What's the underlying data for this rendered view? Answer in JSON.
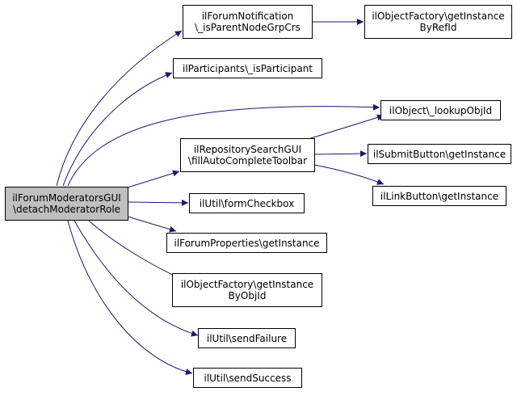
{
  "diagram": {
    "colors": {
      "edge": "#191970",
      "focus_fill": "#bfbfbf",
      "node_fill": "#ffffff",
      "node_border": "#000000"
    },
    "nodes": {
      "root": {
        "lines": [
          "ilForumModeratorsGUI",
          "\\detachModeratorRole"
        ]
      },
      "forum_notification": {
        "lines": [
          "ilForumNotification",
          "\\_isParentNodeGrpCrs"
        ]
      },
      "factory_by_ref": {
        "lines": [
          "ilObjectFactory\\getInstance",
          "ByRefId"
        ]
      },
      "participants": {
        "lines": [
          "ilParticipants\\_isParticipant"
        ]
      },
      "lookup_obj_id": {
        "lines": [
          "ilObject\\_lookupObjId"
        ]
      },
      "repository_search": {
        "lines": [
          "ilRepositorySearchGUI",
          "\\fillAutoCompleteToolbar"
        ]
      },
      "submit_button": {
        "lines": [
          "ilSubmitButton\\getInstance"
        ]
      },
      "link_button": {
        "lines": [
          "ilLinkButton\\getInstance"
        ]
      },
      "form_checkbox": {
        "lines": [
          "ilUtil\\formCheckbox"
        ]
      },
      "forum_properties": {
        "lines": [
          "ilForumProperties\\getInstance"
        ]
      },
      "factory_by_obj": {
        "lines": [
          "ilObjectFactory\\getInstance",
          "ByObjId"
        ]
      },
      "send_failure": {
        "lines": [
          "ilUtil\\sendFailure"
        ]
      },
      "send_success": {
        "lines": [
          "ilUtil\\sendSuccess"
        ]
      }
    }
  }
}
